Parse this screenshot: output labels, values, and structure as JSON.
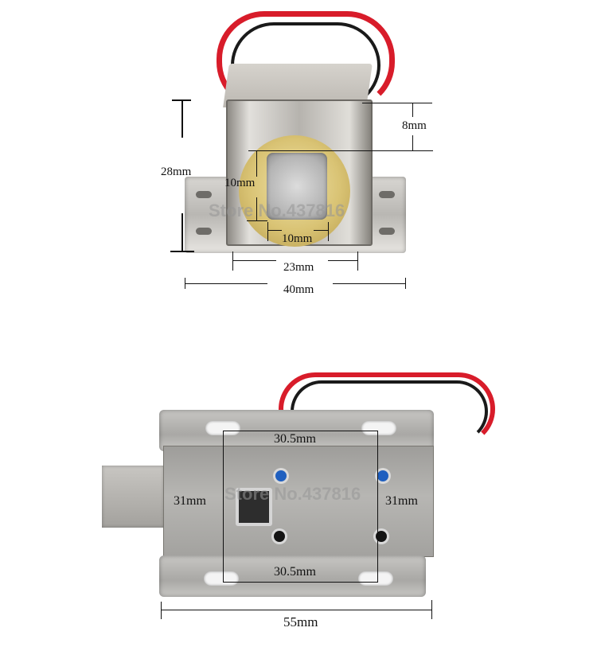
{
  "image": {
    "subject": "electric solenoid cabinet lock with dimension annotations",
    "watermark": "Store No.437816",
    "colors": {
      "background": "#ffffff",
      "wire_red": "#d81c2a",
      "wire_black": "#1a1a1a",
      "metal": "#b5b3af",
      "brass": "#d9c374",
      "screw_blue": "#1f5fbf",
      "dimension_line": "#111111"
    }
  },
  "top_view": {
    "dimensions": {
      "height": "28mm",
      "bolt_offset": "8mm",
      "bolt_height": "10mm",
      "bolt_width": "10mm",
      "body_width": "23mm",
      "flange_width": "40mm"
    }
  },
  "bottom_view": {
    "dimensions": {
      "hole_spacing_top": "30.5mm",
      "hole_spacing_bottom": "30.5mm",
      "height_left": "31mm",
      "height_right": "31mm",
      "total_length": "55mm"
    }
  }
}
